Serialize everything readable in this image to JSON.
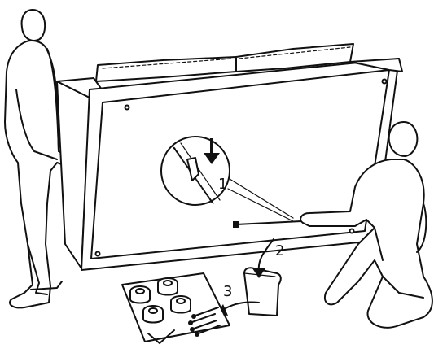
{
  "figure": {
    "steps": [
      {
        "number": "1"
      },
      {
        "number": "2"
      },
      {
        "number": "3"
      }
    ],
    "colors": {
      "line": "#111111",
      "background": "#ffffff"
    }
  }
}
